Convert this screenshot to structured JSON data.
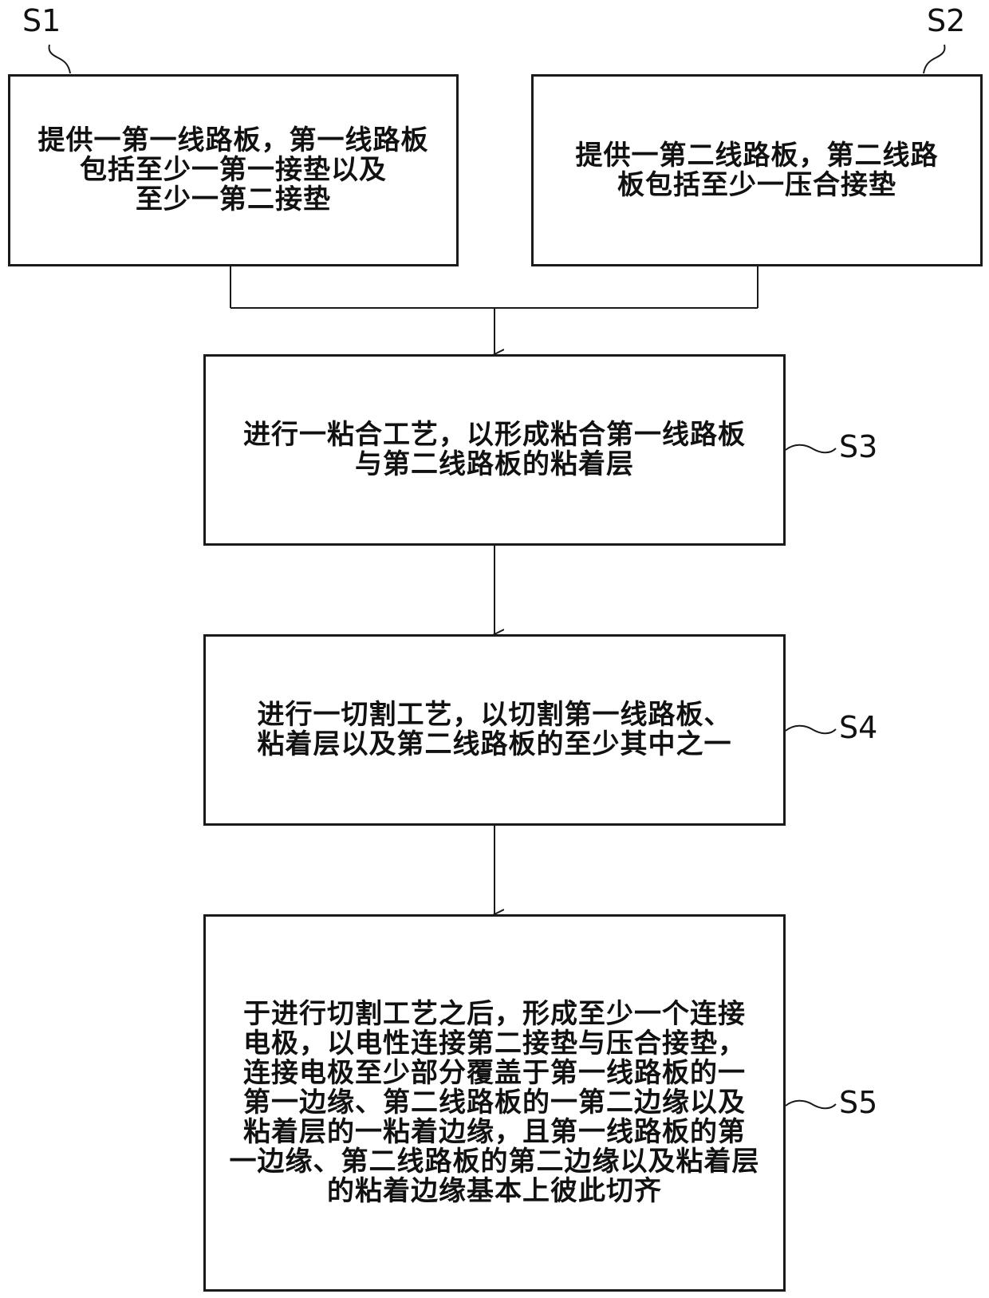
{
  "steps": {
    "s1": {
      "label": "S1",
      "lines": [
        "提供一第一线路板，第一线路板",
        "包括至少一第一接垫以及",
        "至少一第二接垫"
      ]
    },
    "s2": {
      "label": "S2",
      "lines": [
        "提供一第二线路板，第二线路",
        "板包括至少一压合接垫"
      ]
    },
    "s3": {
      "label": "S3",
      "lines": [
        "进行一粘合工艺，以形成粘合第一线路板",
        "与第二线路板的粘着层"
      ]
    },
    "s4": {
      "label": "S4",
      "lines": [
        "进行一切割工艺，以切割第一线路板、",
        "粘着层以及第二线路板的至少其中之一"
      ]
    },
    "s5": {
      "label": "S5",
      "lines": [
        "于进行切割工艺之后，形成至少一个连接",
        "电极，以电性连接第二接垫与压合接垫，",
        "连接电极至少部分覆盖于第一线路板的一",
        "第一边缘、第二线路板的一第二边缘以及",
        "粘着层的一粘着边缘，且第一线路板的第",
        "一边缘、第二线路板的第二边缘以及粘着层",
        "的粘着边缘基本上彼此切齐"
      ]
    }
  },
  "colors": {
    "stroke": "#1a1a1a",
    "background": "#ffffff"
  }
}
